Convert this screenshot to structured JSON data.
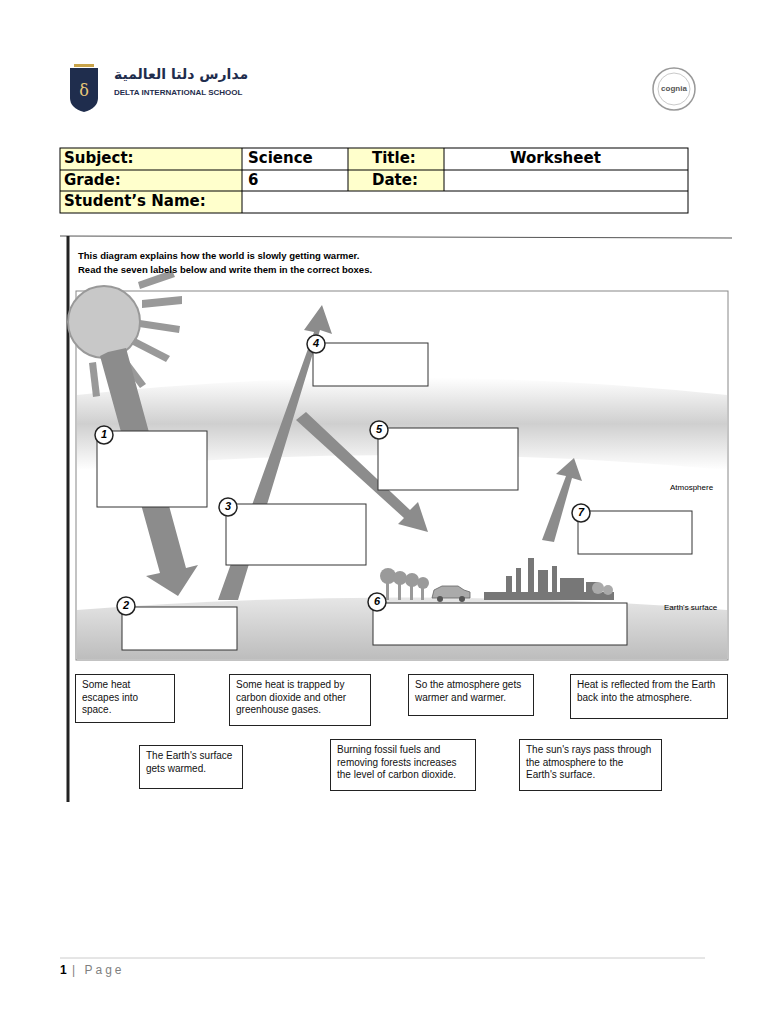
{
  "diagram": {
    "nodes": [
      {
        "text": [
          "Some heat escapes into space."
        ]
      },
      {
        "text": [
          "Some heat is trapped by carbon dioxide and other greenhouse gases."
        ]
      },
      {
        "text": [
          "So the atmosphere gets warmer and warmer."
        ]
      },
      {
        "text": [
          "Heat is reflected from the Earth back into the atmosphere."
        ]
      },
      {
        "text": [
          "The Earth's surface gets warmed."
        ]
      },
      {
        "text": [
          "Burning fossil fuels and removing forests increases the level of carbon dioxide."
        ]
      },
      {
        "text": [
          "The sun's rays pass through the atmosphere to the Earth's surface."
        ]
      }
    ],
    "labels": [
      "مدارس دلتا العالمية",
      "DELTA INTERNATIONAL SCHOOL",
      "cognia",
      "Subject:",
      "Science",
      "Title:",
      "Worksheet",
      "Grade:",
      "6",
      "Date:",
      "Student’s Name:",
      "This diagram explains how the world is slowly getting warmer.",
      "Read the seven labels below and write them in the correct boxes.",
      "1",
      "2",
      "3",
      "4",
      "5",
      "6",
      "7",
      "Atmosphere",
      "Earth's surface",
      "1",
      "| Page"
    ]
  }
}
